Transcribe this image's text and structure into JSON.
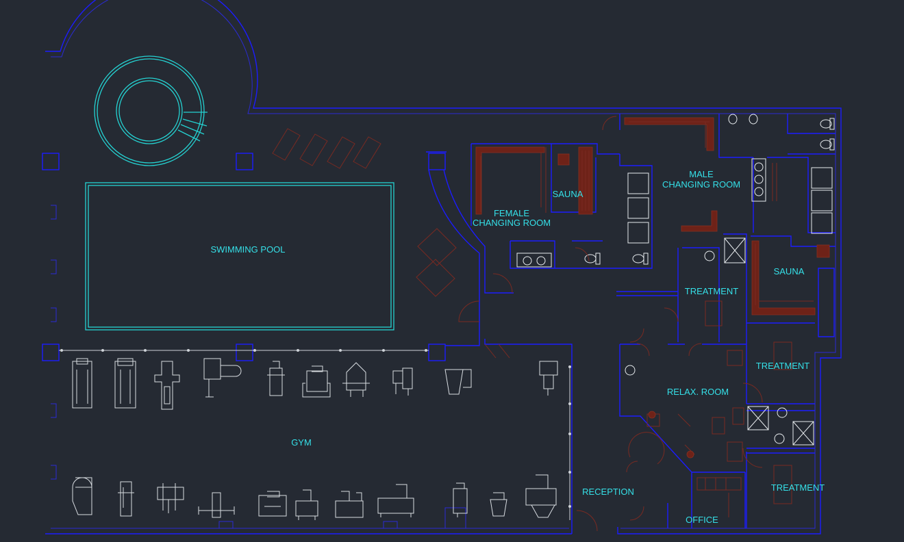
{
  "colors": {
    "background": "#252a33",
    "walls": "#1c1cff",
    "pool": "#25d3d3",
    "furniture": "#7a2a22",
    "equipment": "#d9dde2",
    "labels": "#35e0e8"
  },
  "rooms": {
    "swimming_pool": "SWIMMING POOL",
    "female_changing_line1": "FEMALE",
    "female_changing_line2": "CHANGING ROOM",
    "female_sauna": "SAUNA",
    "male_changing_line1": "MALE",
    "male_changing_line2": "CHANGING ROOM",
    "male_sauna": "SAUNA",
    "treatment_1": "TREATMENT",
    "treatment_2": "TREATMENT",
    "treatment_3": "TREATMENT",
    "relax_room": "RELAX. ROOM",
    "gym": "GYM",
    "reception": "RECEPTION",
    "office": "OFFICE"
  },
  "icons": {
    "jacuzzi": "jacuzzi-icon",
    "treadmill": "treadmill-icon",
    "weight_machine": "weight-machine-icon",
    "toilet": "toilet-icon",
    "shower": "shower-icon",
    "sink": "sink-icon"
  }
}
